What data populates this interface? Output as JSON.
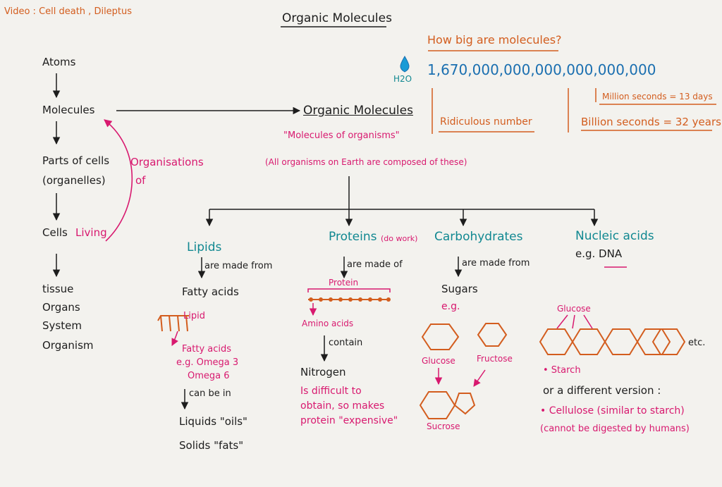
{
  "colors": {
    "black": "#1d1d1d",
    "pink": "#d8196f",
    "orange": "#d35d1e",
    "teal": "#118891",
    "blue": "#1a6fb0"
  },
  "header": {
    "video_note": "Video : Cell death , Dileptus",
    "title": "Organic Molecules"
  },
  "hierarchy": {
    "atoms": "Atoms",
    "molecules": "Molecules",
    "parts": "Parts of cells",
    "organelles": "(organelles)",
    "cells": "Cells",
    "living": "Living",
    "tissue": "tissue",
    "organs": "Organs",
    "system": "System",
    "organism": "Organism",
    "organisations": "Organisations",
    "of": "of"
  },
  "center": {
    "title": "Organic Molecules",
    "subtitle": "\"Molecules of organisms\"",
    "note": "(All organisms on Earth are composed of these)"
  },
  "size": {
    "question": "How big are molecules?",
    "water": "H2O",
    "number": "1,670,000,000,000,000,000,000",
    "million": "Million seconds = 13 days",
    "billion": "Billion seconds = 32 years",
    "ridiculous": "Ridiculous number"
  },
  "lipids": {
    "title": "Lipids",
    "made_from": "are made from",
    "fatty_acids": "Fatty acids",
    "lipid_label": "Lipid",
    "fatty_acids2": "Fatty acids",
    "omega3": "e.g. Omega 3",
    "omega6": "Omega 6",
    "can_be_in": "can be in",
    "liquids": "Liquids \"oils\"",
    "solids": "Solids \"fats\""
  },
  "proteins": {
    "title": "Proteins",
    "do_work": "(do work)",
    "made_of": "are made of",
    "protein_label": "Protein",
    "amino_acids": "Amino acids",
    "contain": "contain",
    "nitrogen": "Nitrogen",
    "difficult1": "Is difficult to",
    "difficult2": "obtain, so makes",
    "difficult3": "protein \"expensive\""
  },
  "carbs": {
    "title": "Carbohydrates",
    "made_from": "are made from",
    "sugars": "Sugars",
    "eg": "e.g.",
    "glucose": "Glucose",
    "fructose": "Fructose",
    "sucrose": "Sucrose",
    "glucose_chain": "Glucose",
    "etc": "etc.",
    "starch": "• Starch",
    "different": "or a different version :",
    "cellulose": "• Cellulose (similar to starch)",
    "not_digested": "(cannot be digested by humans)"
  },
  "nucleic": {
    "title": "Nucleic acids",
    "eg_dna": "e.g. DNA"
  }
}
